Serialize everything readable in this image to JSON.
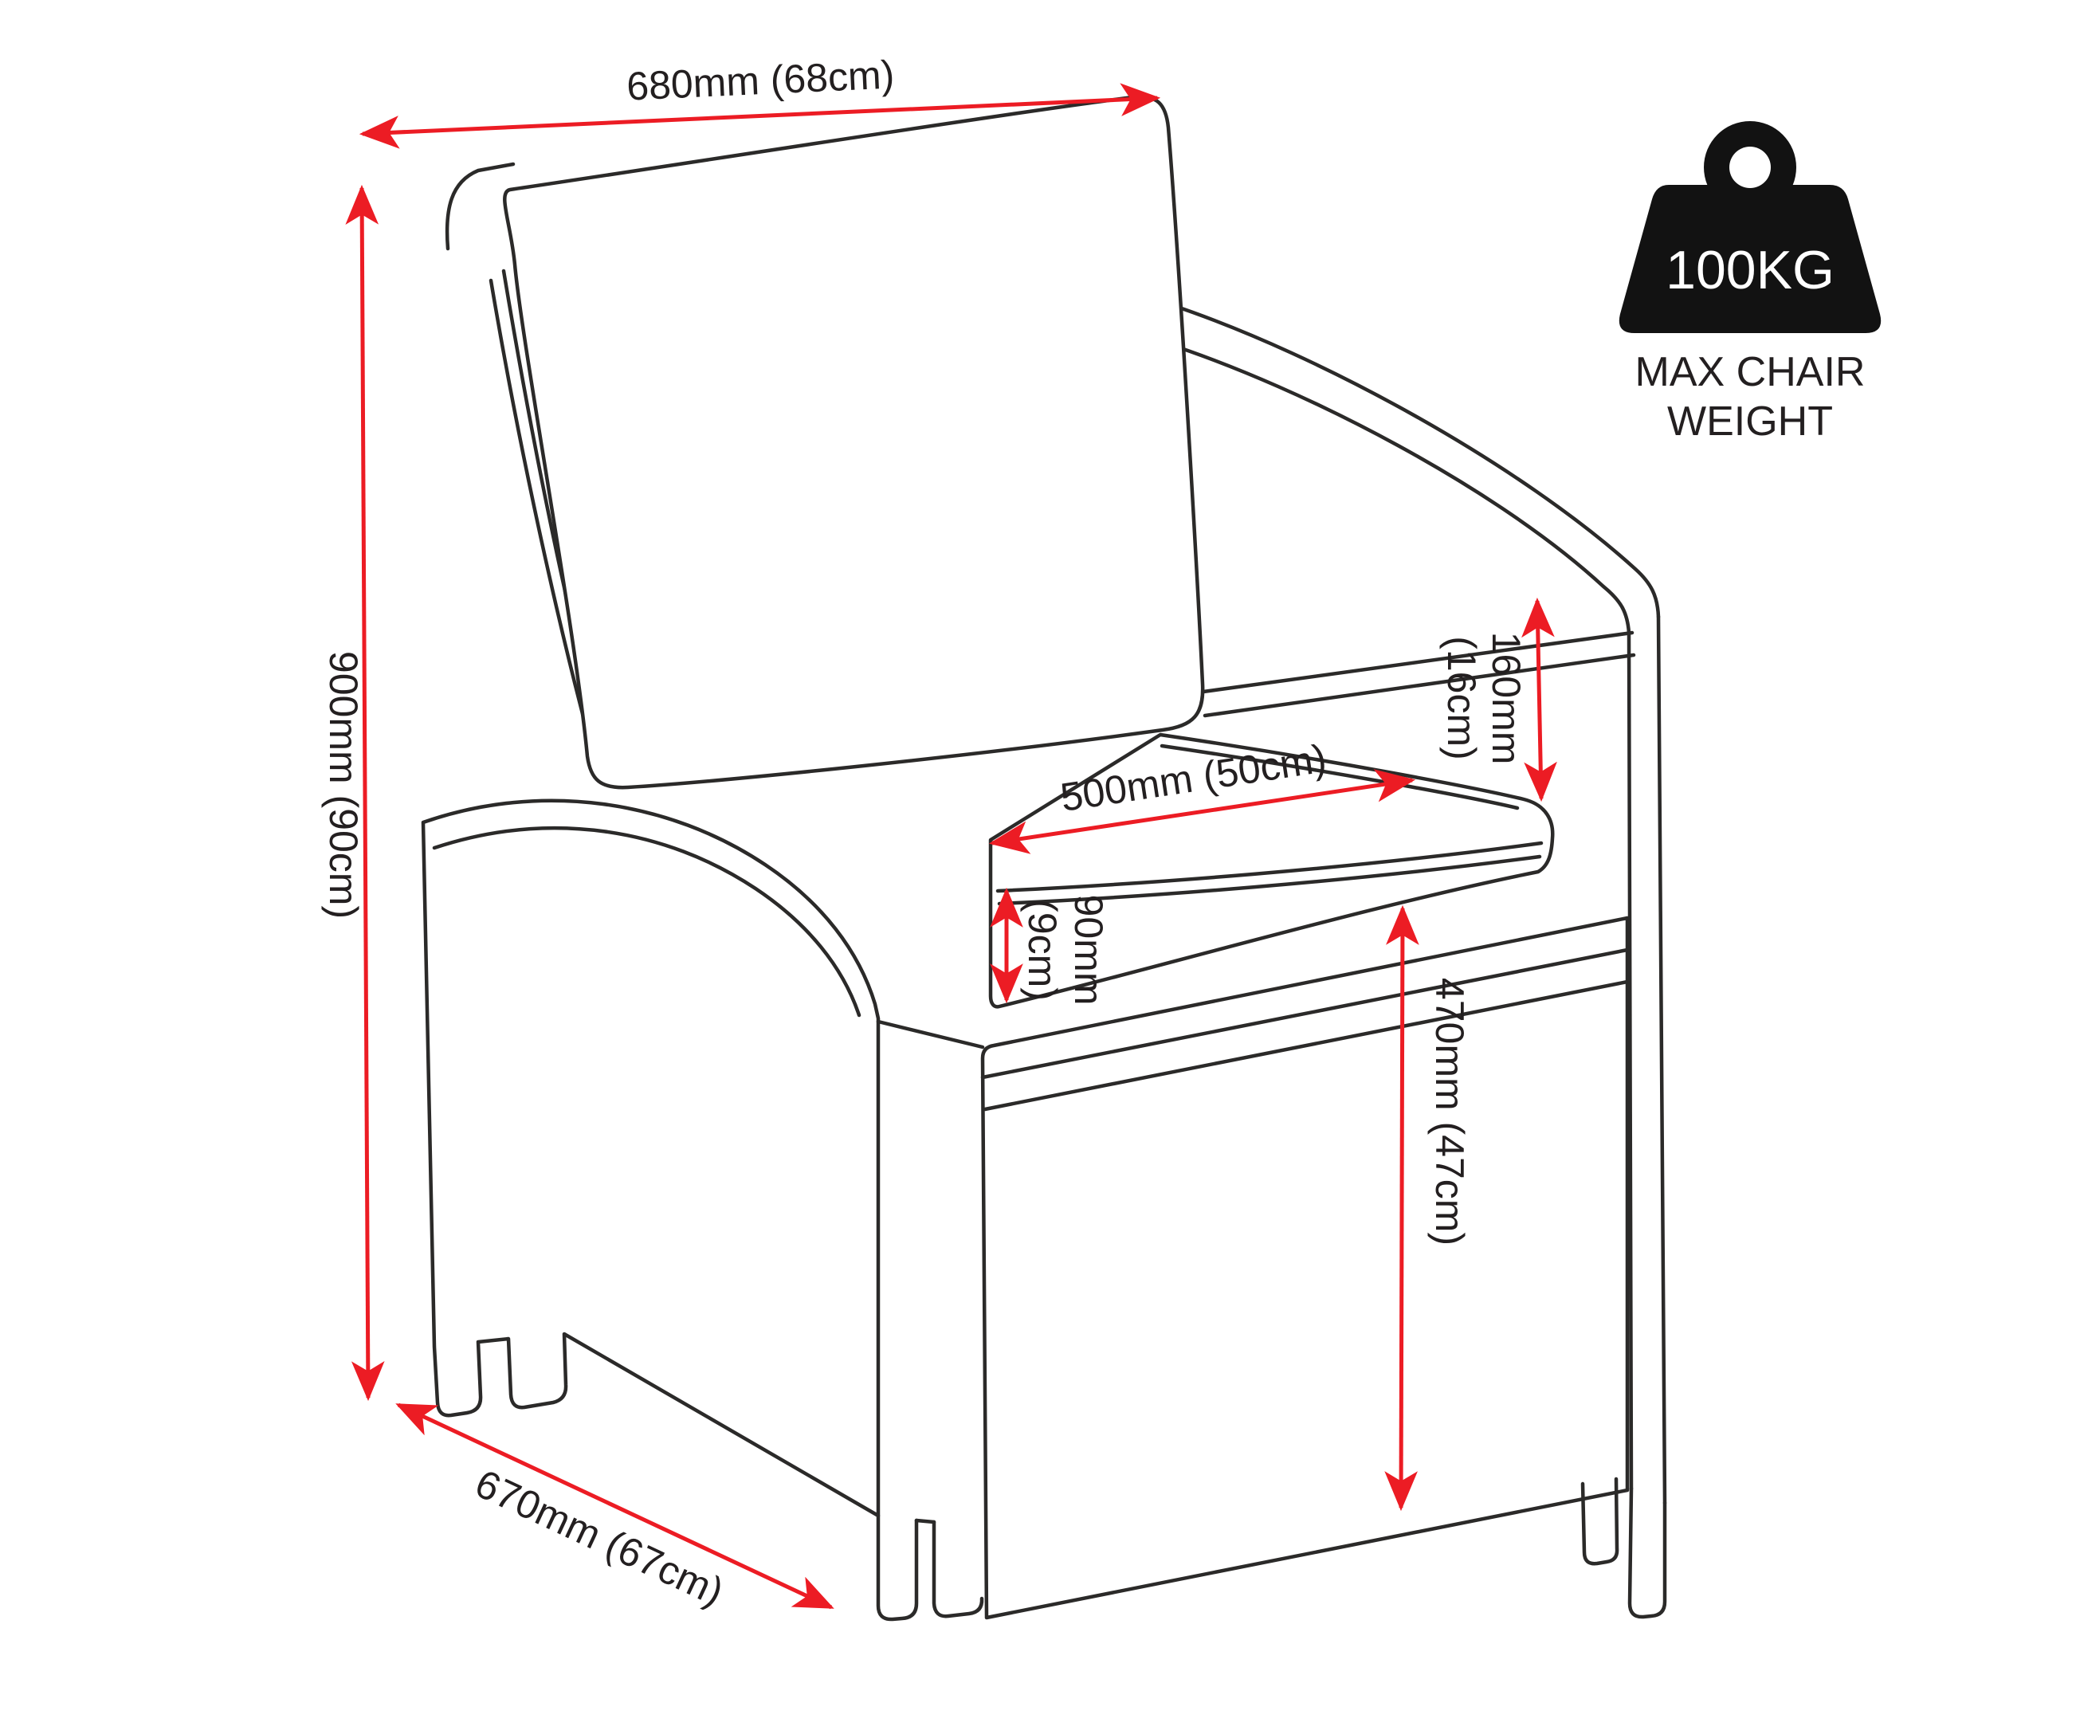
{
  "colors": {
    "accent_red": "#EC1C24",
    "line": "#2B2A29",
    "text": "#231F20",
    "badge_fill": "#121212",
    "badge_text": "#FFFFFF"
  },
  "dimensions": {
    "overall_width": "680mm (68cm)",
    "overall_height": "900mm (90cm)",
    "overall_depth": "670mm (67cm)",
    "seat_width": "500mm (50cm)",
    "arm_to_seat_line1": "160mm",
    "arm_to_seat_line2": "(16cm)",
    "cushion_thickness_line1": "90mm",
    "cushion_thickness_line2": "(9cm)",
    "seat_height": "470mm (47cm)"
  },
  "weight_badge": {
    "value": "100KG",
    "caption_line1": "MAX CHAIR",
    "caption_line2": "WEIGHT"
  }
}
